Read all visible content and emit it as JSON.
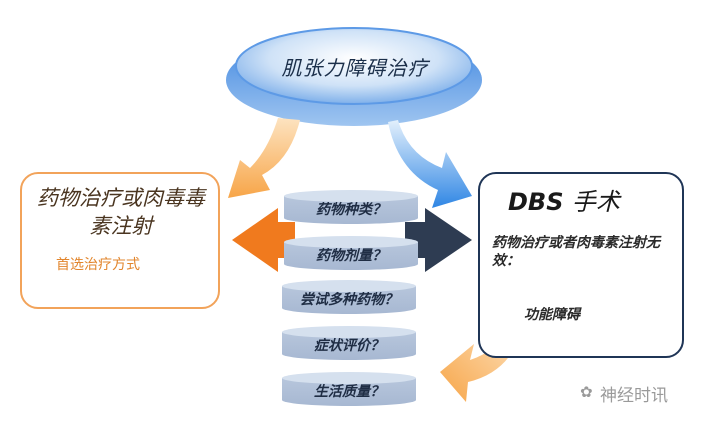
{
  "center": {
    "label": "肌张力障碍治疗"
  },
  "left_box": {
    "title": "药物治疗或肉毒毒素注射",
    "subtitle": "首选治疗方式"
  },
  "right_box": {
    "title_latin": "DBS",
    "title_cn": "手术",
    "condition": "药物治疗或者肉毒素注射无效：",
    "reason": "功能障碍"
  },
  "questions": [
    "药物种类？",
    "药物剂量？",
    "尝试多种药物？",
    "症状评价？",
    "生活质量？"
  ],
  "watermark": {
    "text": "神经时讯"
  },
  "colors": {
    "orange": "#f7a548",
    "navy": "#2e3c52",
    "blue": "#3a8fe0",
    "disc": "#6aa3e8"
  }
}
